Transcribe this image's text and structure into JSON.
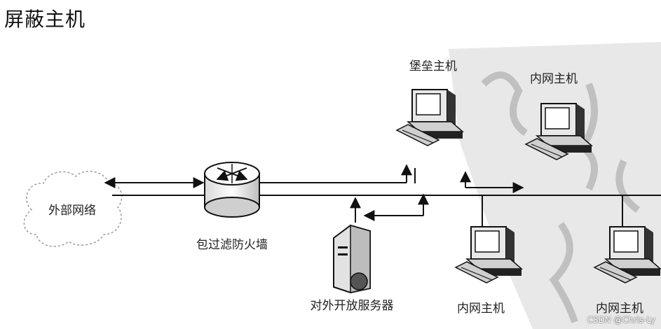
{
  "page": {
    "title": "屏蔽主机"
  },
  "nodes": {
    "external_network": "外部网络",
    "firewall": "包过滤防火墙",
    "bastion_host": "堡垒主机",
    "public_server": "对外开放服务器",
    "internal_host_top": "内网主机",
    "internal_host_bottom_1": "内网主机",
    "internal_host_bottom_2": "内网主机"
  },
  "watermark": {
    "text": "CSDN @Chris-Ly"
  }
}
